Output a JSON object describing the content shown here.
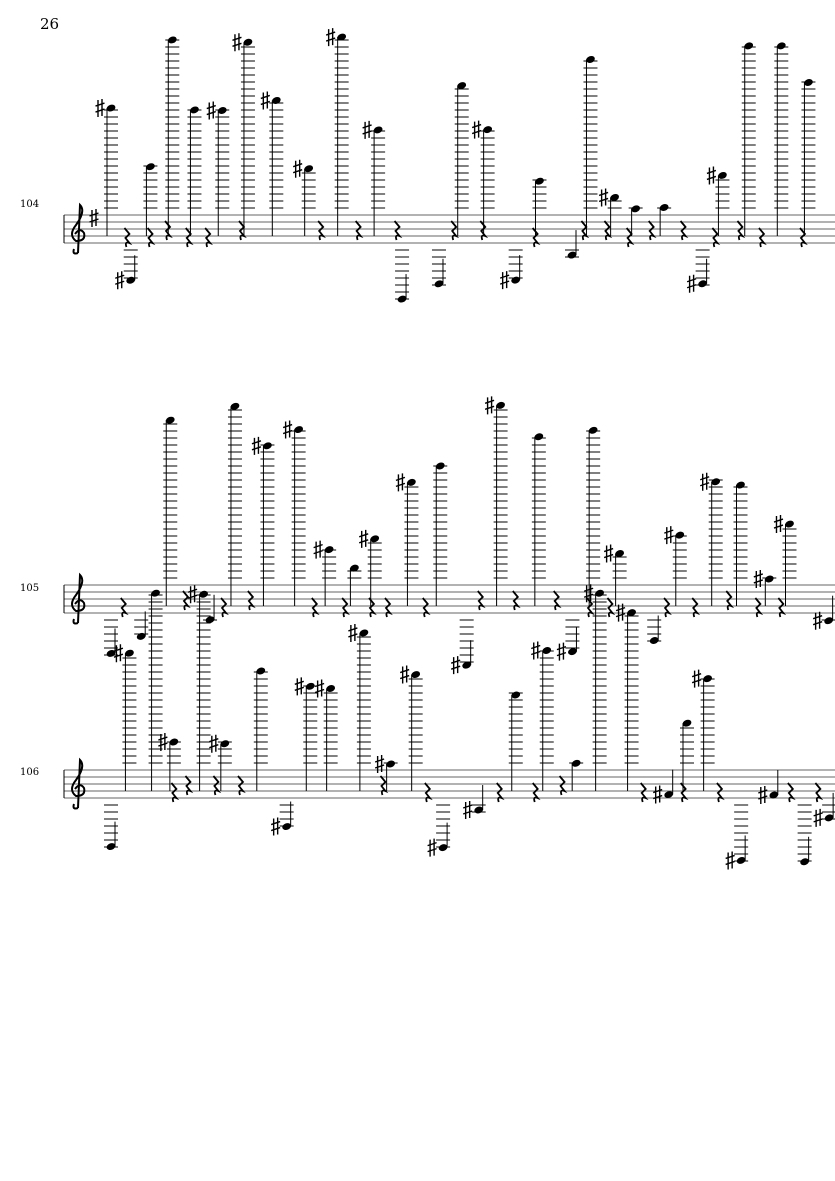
{
  "page": {
    "number": "26"
  },
  "systems": [
    {
      "measure_number": "104"
    },
    {
      "measure_number": "105"
    },
    {
      "measure_number": "106"
    }
  ],
  "colors": {
    "ink": "#000000",
    "staff_line": "#666666"
  }
}
